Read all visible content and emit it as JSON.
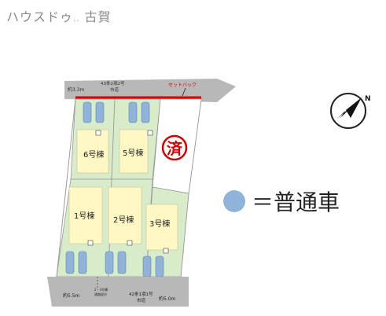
{
  "brand": {
    "name": "ハウスドゥ",
    "suffix": "..",
    "branch": "古賀"
  },
  "road_top": {
    "width_label": "約3.3m",
    "name_label": "43条2項2号\n市道"
  },
  "setback_label": "セットバック",
  "sold_mark": "済",
  "lots": [
    {
      "label": "6号棟"
    },
    {
      "label": "5号棟"
    },
    {
      "label": "1号棟"
    },
    {
      "label": "2号棟"
    },
    {
      "label": "3号棟"
    }
  ],
  "road_bottom": {
    "left_width": "約5.5m",
    "center_note": "2・3号棟\n通路部分",
    "name_label": "42条1項1号\n市道",
    "right_width": "約5.0m"
  },
  "legend": {
    "equals": "＝",
    "text": "普通車"
  },
  "colors": {
    "car": "#8fb3d9",
    "lot": "#fff8c4",
    "lawn": "#d8ecc9",
    "road": "#b8b8b8",
    "setback": "#e00000"
  }
}
